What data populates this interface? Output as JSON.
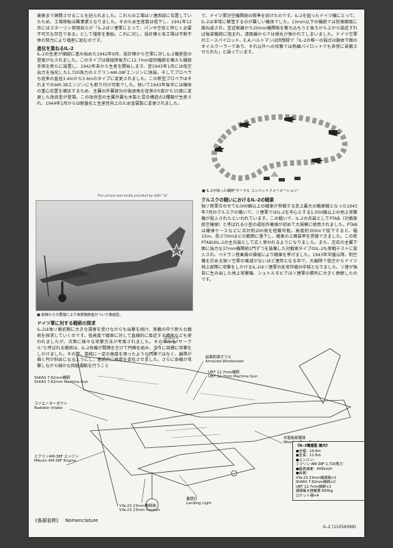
{
  "left_col": {
    "intro": "東側まで疎開させることを迫られました。これらの工場はソ連西部に位置していたため、工場移転は難事業となりました。そのため生産数は低下し、1941年12月にはスターリン首相自らが「IL-2はソ連軍にとって、パンや空気と同じく必要不可欠な存在である」として増産を激励。これに対し、設計陣と各工場は不断不休の努力により増産に励むのです。",
    "heading1": "進化を重ねるIL-2",
    "para1": "IL-2の生産が順調に進み始めた1942年9月、設計陣から空軍に対しIL-2複座型の提案がなされました。このタイプは操縦席後方に12.7mm旋回機銃を備えた機銃手席を新たに設置し、1942年末から生産を開始します。翌1943年1月には低空出力を強化した1,720馬力のミクリンAM-38Fエンジンに換装。そしてプロペラも従来の直径3.4mから3.6mのタイプに変更されました。この新型プロペラはそれまでのAM-38エンジンにも取り付け可能でした。続いて1943年後半には機体の重心位置を補正するため、主翼の外翼部分の後退角を従来の5度から15度に変更した改良型が登場。この改良型の主翼外翼も木製と混合構造の2種類が生産され、1944年1月からは軽量化と生産性向上のため金属製に変更されました。",
    "photo_credit": "This picture was kindly provided by OJSC \"IL\"",
    "photo_caption": "前線からの要望により後部機銃座がついた複座型。",
    "heading2": "ドイツ軍に対する戦術の探求",
    "para2": "IL-2は独ソ戦初期に大きな損害を受けながらも出撃を続け、実戦の中で新たな戦術を探求していくのです。低高度で戦車に対して直線的に接近する戦術なども使われましたが、次第に様々な攻撃方法が考案されました。その中でも\"サークル\"と呼ばれる戦術は、IL-2各機が間隔を空けて円陣を組み、次々に目標に攻撃をしかけました。その際、単純に一定の高度を保ったような円陣ではなく、編隊が描く円が斜めになるようにし、連続的に高度を変化させました。さらに各機が攻撃しながら細かな回避運動を行うこと"
  },
  "right_col": {
    "para_top": "で、ドイツ軍対空機関砲の照準を妨げたのです。IL-2を狙ったドイツ機にとって、IL-2は非常に撃墜するのが難しい機体でした。13mm以下の機銃では防弾鋼板に跳ね返され、至近距離から20mm機関砲を撃ち込もうと後ろから上から接近すれば後部機銃に阻まれ、遠距離からでは弾丸が弾かれてしまいました。ドイツ空軍のエースパイロット、E.A.ハルトマンは回想録で「IL-2の唯一の弱点は胴体下面のオイルクーラーであり、それ以外への攻撃では熟練パイロットでも非常に苦戦させられた」と語っています。",
    "diagram_caption": "IL-2が採った戦術\"サークル コンバットフォーメーション\"",
    "heading": "クルスクの戦いにおけるIL-2の戦果",
    "para": "独ソ両軍合わせて6,000輌以上の戦車が参戦する史上最大の戦車戦となった1943年7月のクルスクの戦いで、ソ連軍ではIL-2を中心とする1,000機以上の地上攻撃機が投入されたといわれています。この戦いで、IL-2の兵装としてPTAB（対戦車航空爆弾）と呼ばれる小型の成形炸薬弾が初めて大規模に使用されました。PTABは爆弾ケースなどに合計約200発を搭載可能。高度約300mで投下すると、幅15m、長さ70mほどの範囲に落下し、戦車の上面装甲を貫徹できました。この新PTABはIL-2の主兵装として広く使われるようになりました。また、左右の主翼下面に強力な37mm機関砲1門ずつを装備した対戦車タイプのIL-2も実戦テストに投入され、ベテラン搭乗員の操縦により戦果を挙げました。1943年中盤以降、制空権を於める独ソ空軍の壊滅がないほど連邦となる中で、大編隊で低空からドイツ地上部隊に攻撃をしかけるIL-2はソ連軍の反攻作戦の中核となりました。ソ連が独自に生み出した地上攻撃機、シュトルモビクはソ連軍の勝利に大きく貢献したのです。"
  },
  "nomenclature": {
    "title_jp": "《各部名称》",
    "title_en": "Nomenclature",
    "labels": [
      {
        "jp": "エルロン",
        "en": "Aileron"
      },
      {
        "jp": "前面防弾ガラス",
        "en": "Armored Windscreen"
      },
      {
        "jp": "UBT 12.7mm機銃",
        "en": "UBT 12.7mm Machine Gun"
      },
      {
        "jp": "ShKAS 7.62mm機銃",
        "en": "ShKAS 7.62mm Machine Gun"
      },
      {
        "jp": "ラジエーターダクト",
        "en": "Radiator Intake"
      },
      {
        "jp": "木製後部胴体",
        "en": "Wooden Rear Fuselage"
      },
      {
        "jp": "ミクリンAM-38F エンジン",
        "en": "Mikulin AM-38F Engine"
      },
      {
        "jp": "VYa-23 23mm機関砲",
        "en": "VYa-23 23mm Cannon"
      },
      {
        "jp": "着陸灯",
        "en": "Landing Light"
      }
    ]
  },
  "specs": {
    "title": "《IL-2複座型 諸元》",
    "lines": [
      "●全幅：14.6m",
      "●全長：11.6m",
      "●エンジン：",
      "ミクリン AM-38F 1,720馬力",
      "●最高速度：405km/h",
      "●武装：",
      "VYa-23 23mm機関砲×2",
      "ShKAS 7.62mm機銃×2",
      "UBT 12.7mm機銃×1",
      "爆弾最大搭載量 600kg",
      "ロケット弾×4"
    ]
  },
  "page_number": "IL-2 (11056399)"
}
